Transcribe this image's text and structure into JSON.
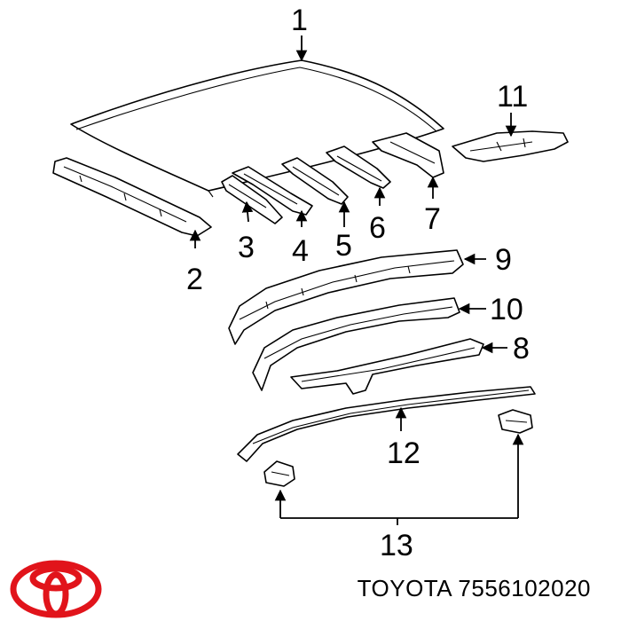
{
  "callouts": {
    "c1": "1",
    "c2": "2",
    "c3": "3",
    "c4": "4",
    "c5": "5",
    "c6": "6",
    "c7": "7",
    "c8": "8",
    "c9": "9",
    "c10": "10",
    "c11": "11",
    "c12": "12",
    "c13": "13"
  },
  "footer": {
    "brand_part_number": "TOYOTA 7556102020"
  },
  "logo": {
    "name": "toyota-logo",
    "color": "#e1141b"
  }
}
